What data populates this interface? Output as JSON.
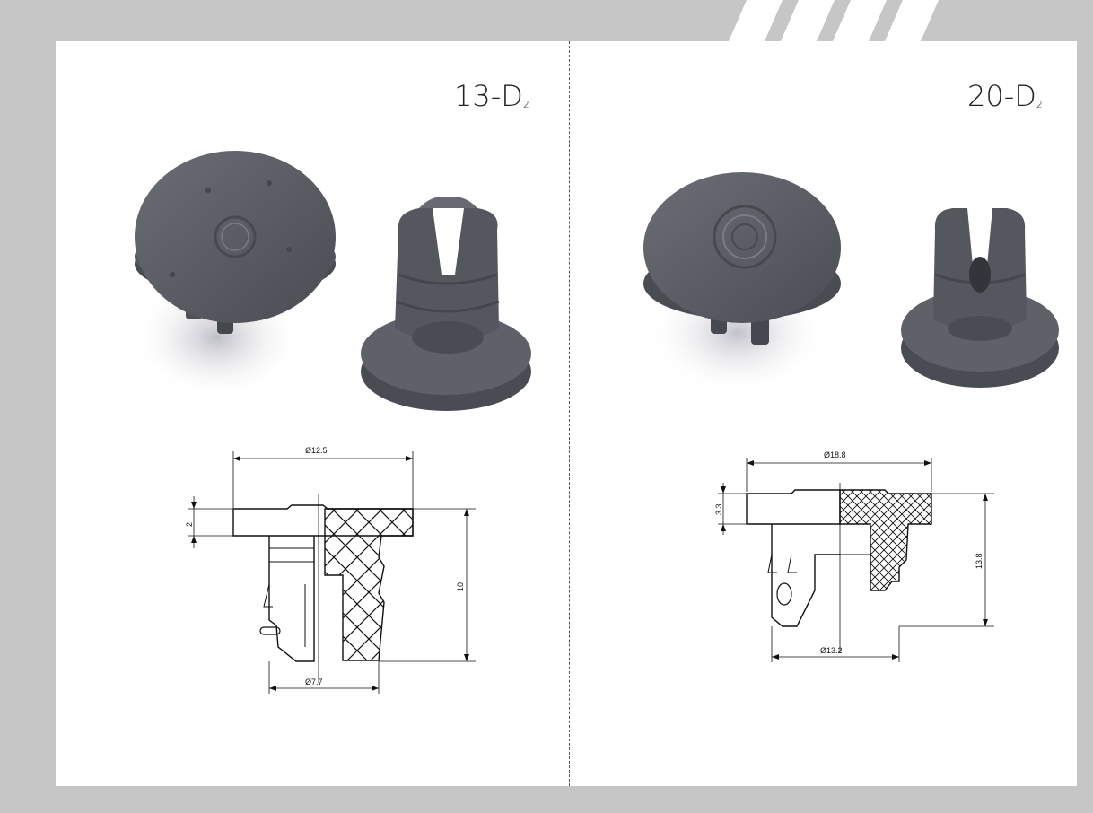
{
  "models": [
    {
      "name": "13-D",
      "subscript": "2",
      "dimensions": {
        "top_diameter": "Ø12.5",
        "flange_height": "2",
        "total_height": "10",
        "bottom_diameter": "Ø7.7"
      }
    },
    {
      "name": "20-D",
      "subscript": "2",
      "dimensions": {
        "top_diameter": "Ø18.8",
        "flange_height": "3.3",
        "total_height": "13.8",
        "bottom_diameter": "Ø13.2"
      }
    }
  ],
  "colors": {
    "background": "#c6c6c6",
    "panel": "#ffffff",
    "rubber": "#5d5f66",
    "line": "#111111"
  }
}
